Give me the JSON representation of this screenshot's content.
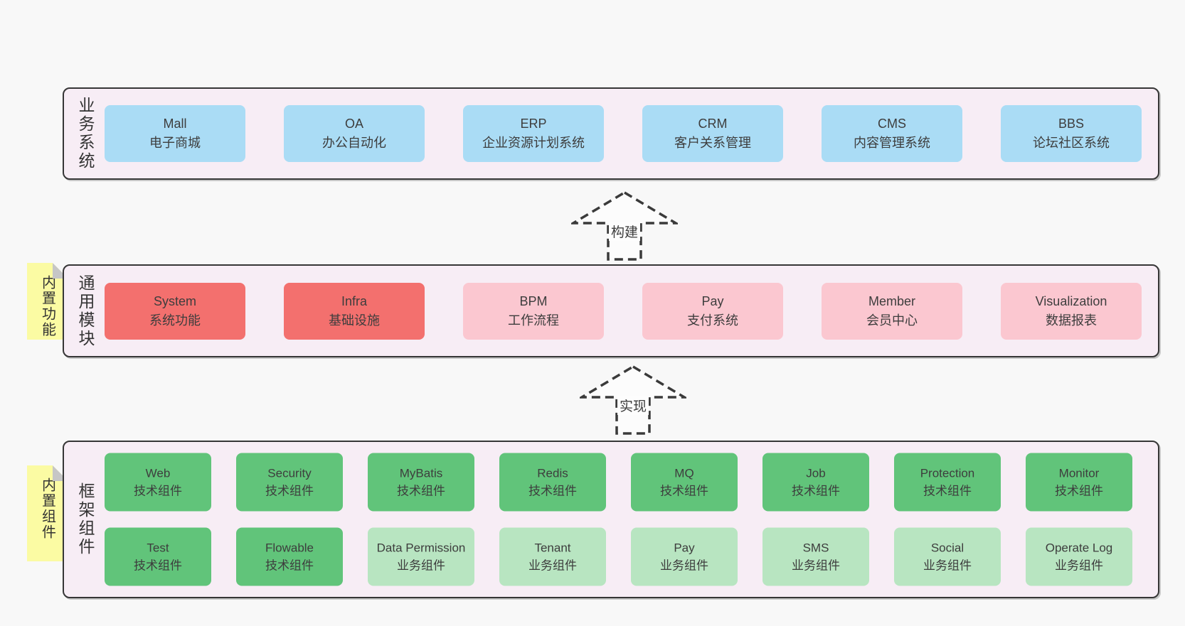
{
  "colors": {
    "blue": "#aadcf5",
    "red": "#f3706e",
    "pink": "#fbc7d0",
    "green": "#61c47a",
    "green_light": "#b8e5c1",
    "band_bg": "#f7edf5",
    "note_bg": "#fbfba3",
    "border": "#363636",
    "text": "#3d3d3d"
  },
  "layers": [
    {
      "id": "business-systems",
      "label": "业务系统",
      "note": null,
      "rows": [
        [
          {
            "name": "Mall",
            "desc": "电子商城",
            "color": "blue"
          },
          {
            "name": "OA",
            "desc": "办公自动化",
            "color": "blue"
          },
          {
            "name": "ERP",
            "desc": "企业资源计划系统",
            "color": "blue"
          },
          {
            "name": "CRM",
            "desc": "客户关系管理",
            "color": "blue"
          },
          {
            "name": "CMS",
            "desc": "内容管理系统",
            "color": "blue"
          },
          {
            "name": "BBS",
            "desc": "论坛社区系统",
            "color": "blue"
          }
        ]
      ]
    },
    {
      "id": "common-modules",
      "label": "通用模块",
      "note": "内置功能",
      "rows": [
        [
          {
            "name": "System",
            "desc": "系统功能",
            "color": "red"
          },
          {
            "name": "Infra",
            "desc": "基础设施",
            "color": "red"
          },
          {
            "name": "BPM",
            "desc": "工作流程",
            "color": "pink"
          },
          {
            "name": "Pay",
            "desc": "支付系统",
            "color": "pink"
          },
          {
            "name": "Member",
            "desc": "会员中心",
            "color": "pink"
          },
          {
            "name": "Visualization",
            "desc": "数据报表",
            "color": "pink"
          }
        ]
      ]
    },
    {
      "id": "framework-components",
      "label": "框架组件",
      "note": "内置组件",
      "rows": [
        [
          {
            "name": "Web",
            "desc": "技术组件",
            "color": "green"
          },
          {
            "name": "Security",
            "desc": "技术组件",
            "color": "green"
          },
          {
            "name": "MyBatis",
            "desc": "技术组件",
            "color": "green"
          },
          {
            "name": "Redis",
            "desc": "技术组件",
            "color": "green"
          },
          {
            "name": "MQ",
            "desc": "技术组件",
            "color": "green"
          },
          {
            "name": "Job",
            "desc": "技术组件",
            "color": "green"
          },
          {
            "name": "Protection",
            "desc": "技术组件",
            "color": "green"
          },
          {
            "name": "Monitor",
            "desc": "技术组件",
            "color": "green"
          }
        ],
        [
          {
            "name": "Test",
            "desc": "技术组件",
            "color": "green"
          },
          {
            "name": "Flowable",
            "desc": "技术组件",
            "color": "green"
          },
          {
            "name": "Data Permission",
            "desc": "业务组件",
            "color": "green_light"
          },
          {
            "name": "Tenant",
            "desc": "业务组件",
            "color": "green_light"
          },
          {
            "name": "Pay",
            "desc": "业务组件",
            "color": "green_light"
          },
          {
            "name": "SMS",
            "desc": "业务组件",
            "color": "green_light"
          },
          {
            "name": "Social",
            "desc": "业务组件",
            "color": "green_light"
          },
          {
            "name": "Operate Log",
            "desc": "业务组件",
            "color": "green_light"
          }
        ]
      ]
    }
  ],
  "arrows": [
    {
      "label": "构建"
    },
    {
      "label": "实现"
    }
  ]
}
